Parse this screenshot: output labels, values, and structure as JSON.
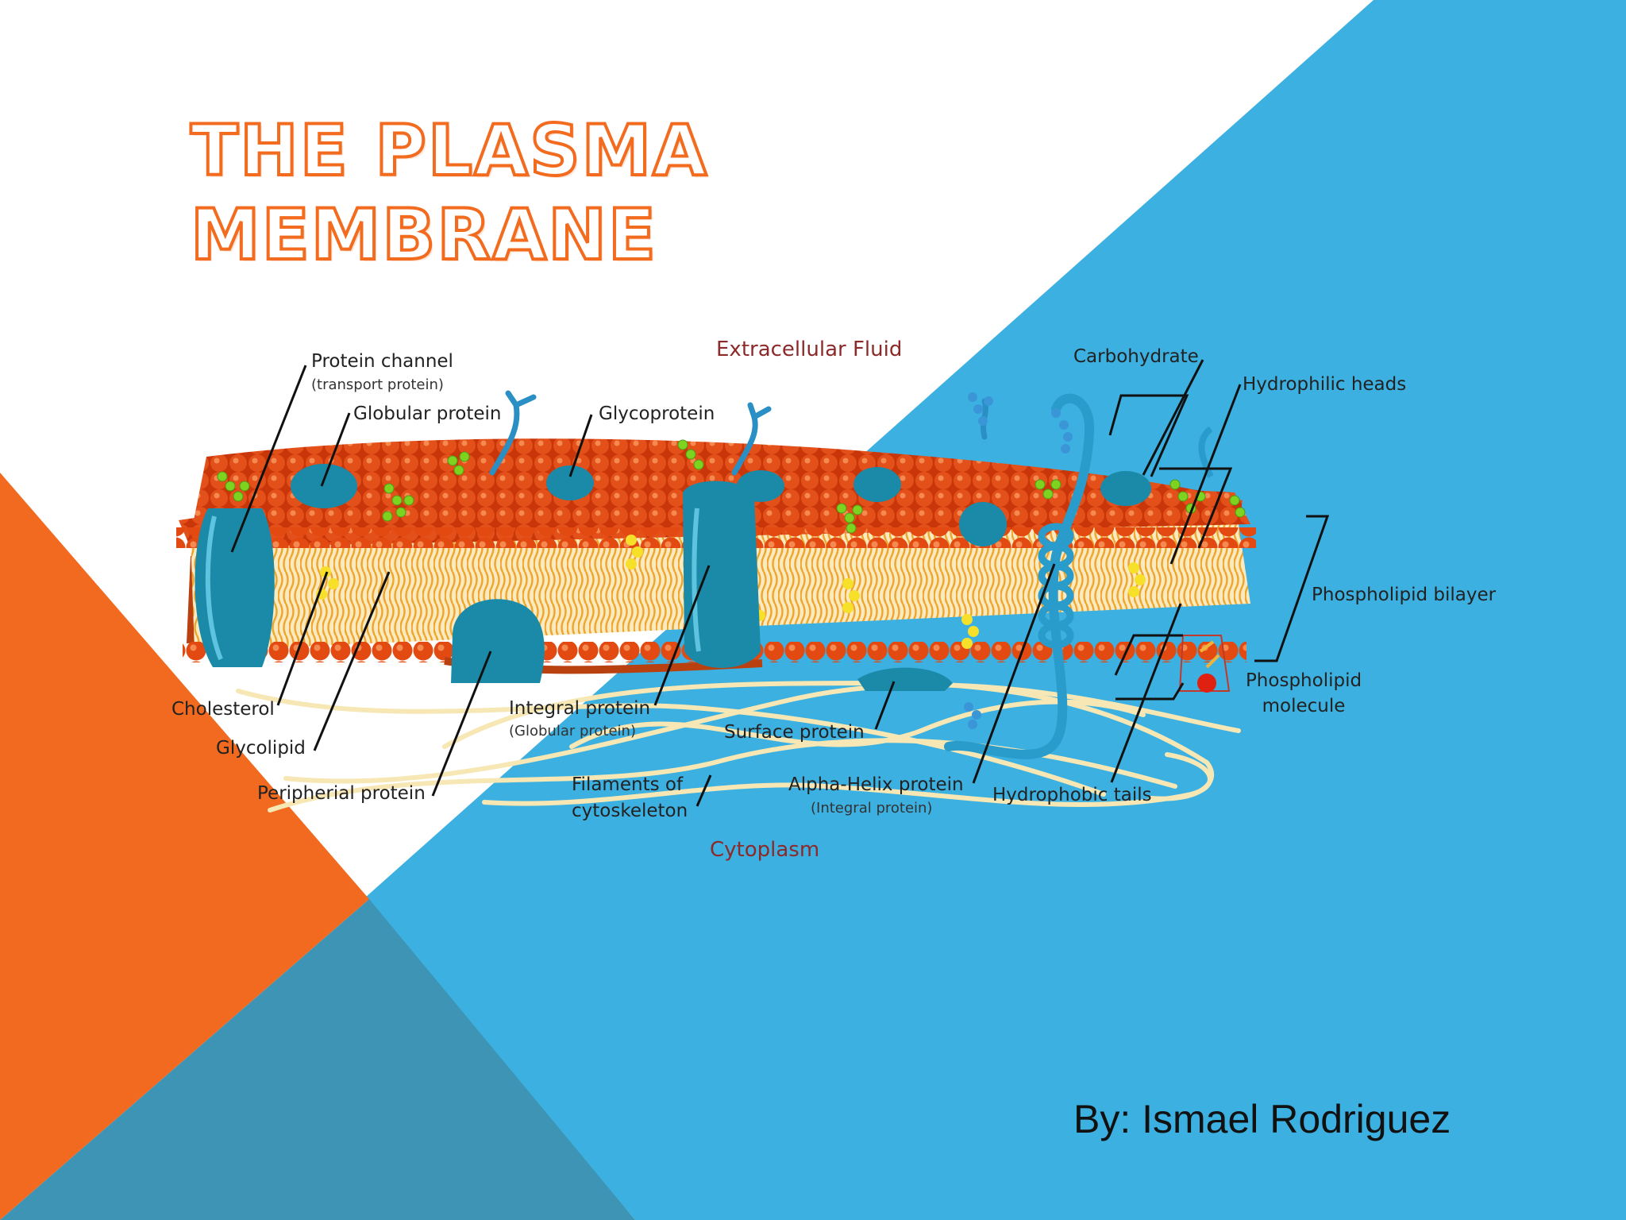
{
  "slide": {
    "title_line1": "THE PLASMA",
    "title_line2": "MEMBRANE",
    "author": "By: Ismael Rodriguez"
  },
  "colors": {
    "orange": "#f26a1f",
    "blue": "#3cb0e0",
    "teal": "#3e94b4",
    "white": "#ffffff",
    "head": "#e0480f",
    "tail": "#f0b43c",
    "protein": "#1b8aa8"
  },
  "diagram": {
    "regions": {
      "extracellular": "Extracellular Fluid",
      "cytoplasm": "Cytoplasm"
    },
    "labels": {
      "protein_channel": "Protein channel",
      "protein_channel_sub": "(transport protein)",
      "globular_protein": "Globular protein",
      "glycoprotein": "Glycoprotein",
      "carbohydrate": "Carbohydrate",
      "hydrophilic_heads": "Hydrophilic heads",
      "phospholipid_bilayer": "Phospholipid bilayer",
      "phospholipid_molecule_1": "Phospholipid",
      "phospholipid_molecule_2": "molecule",
      "cholesterol": "Cholesterol",
      "glycolipid": "Glycolipid",
      "peripheral_protein": "Peripherial protein",
      "integral_protein": "Integral protein",
      "integral_protein_sub": "(Globular protein)",
      "surface_protein": "Surface protein",
      "filaments_1": "Filaments of",
      "filaments_2": "cytoskeleton",
      "alpha_helix": "Alpha-Helix protein",
      "alpha_helix_sub": "(Integral protein)",
      "hydrophobic_tails": "Hydrophobic tails"
    }
  }
}
